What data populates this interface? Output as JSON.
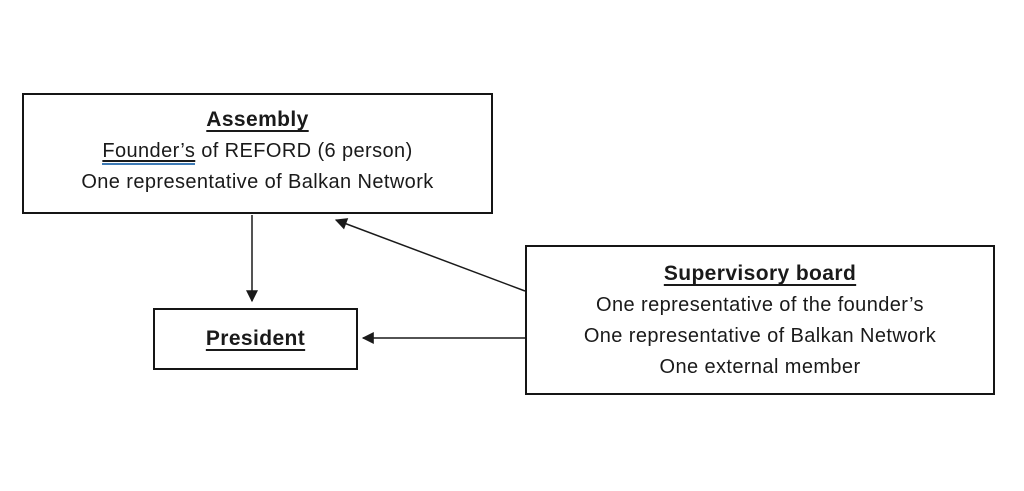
{
  "diagram": {
    "nodes": {
      "assembly": {
        "title": "Assembly",
        "line1_underlined": "Founder’s",
        "line1_rest": " of REFORD (6 person)",
        "line2": "One representative of Balkan Network"
      },
      "president": {
        "title": "President"
      },
      "supervisory": {
        "title": "Supervisory board",
        "line1": "One representative of the founder’s",
        "line2": "One representative of Balkan Network",
        "line3": "One external member"
      }
    },
    "edges": [
      {
        "from": "Assembly",
        "to": "President"
      },
      {
        "from": "Supervisory board",
        "to": "Assembly"
      },
      {
        "from": "Supervisory board",
        "to": "President"
      }
    ],
    "colors": {
      "background": "#ffffff",
      "box_border": "#151515",
      "text": "#1a1a1a",
      "arrow": "#1a1a1a",
      "founder_underline_blue": "#3d7ab5"
    }
  }
}
